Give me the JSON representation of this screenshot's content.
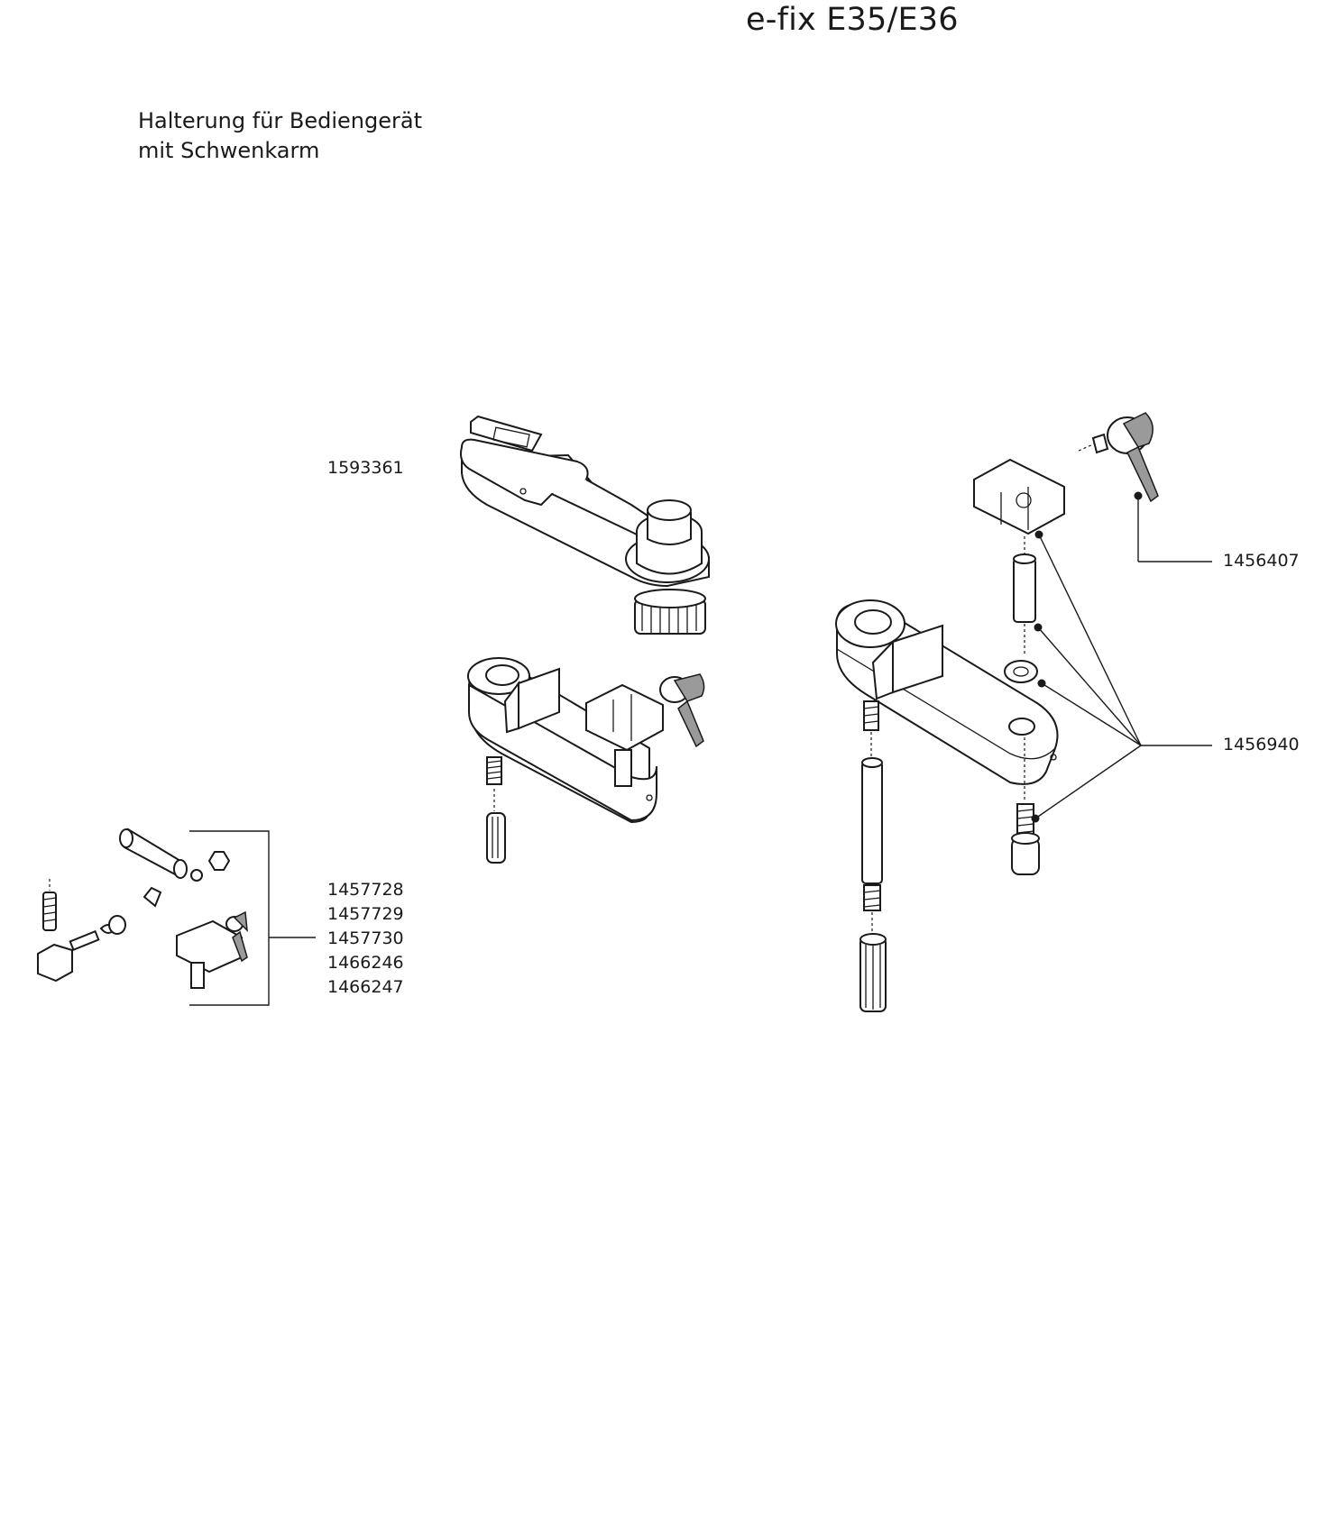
{
  "header": {
    "title": "e-fix E35/E36",
    "subtitle_line1": "Halterung für Bediengerät",
    "subtitle_line2": "mit Schwenkarm"
  },
  "parts": {
    "holder_clip": "1593361",
    "clamp_lever": "1456407",
    "mount_hardware": "1456940",
    "mounting_kit": [
      "1457728",
      "1457729",
      "1457730",
      "1466246",
      "1466247"
    ]
  },
  "icons": [
    "holder-clip-icon",
    "swivel-arm-icon",
    "clamp-lever-icon",
    "bolt-icon",
    "washer-icon",
    "sleeve-icon"
  ]
}
